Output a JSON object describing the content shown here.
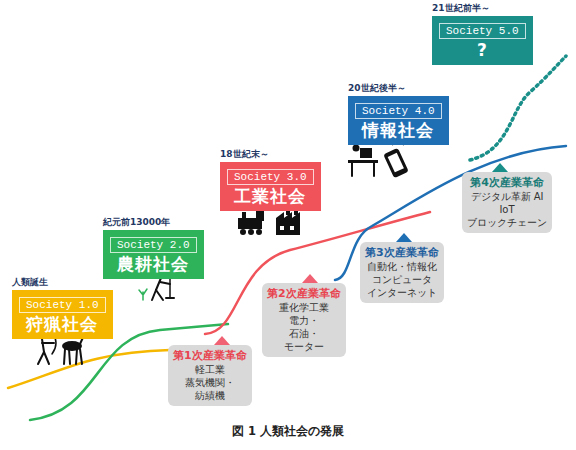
{
  "diagram": {
    "caption": "図 1 人類社会の発展",
    "nodes": [
      {
        "text": [
          "人類誕生",
          "Society 1.0",
          "狩猟社会"
        ]
      },
      {
        "text": [
          "紀元前13000年",
          "Society 2.0",
          "農耕社会"
        ]
      },
      {
        "text": [
          "18世紀末～",
          "Society 3.0",
          "工業社会"
        ]
      },
      {
        "text": [
          "20世紀後半～",
          "Society 4.0",
          "情報社会"
        ]
      },
      {
        "text": [
          "21世紀前半～",
          "Society 5.0",
          "?"
        ]
      },
      {
        "text": [
          "第1次産業革命",
          "軽工業 蒸気機関・紡績機"
        ]
      },
      {
        "text": [
          "第2次産業革命",
          "重化学工業 電力・石油・モーター"
        ]
      },
      {
        "text": [
          "第3次産業革命",
          "自動化・情報化 コンピュータ インターネット"
        ]
      },
      {
        "text": [
          "第4次産業革命",
          "デジタル革新 AI IoT ブロックチェーン"
        ]
      }
    ]
  }
}
